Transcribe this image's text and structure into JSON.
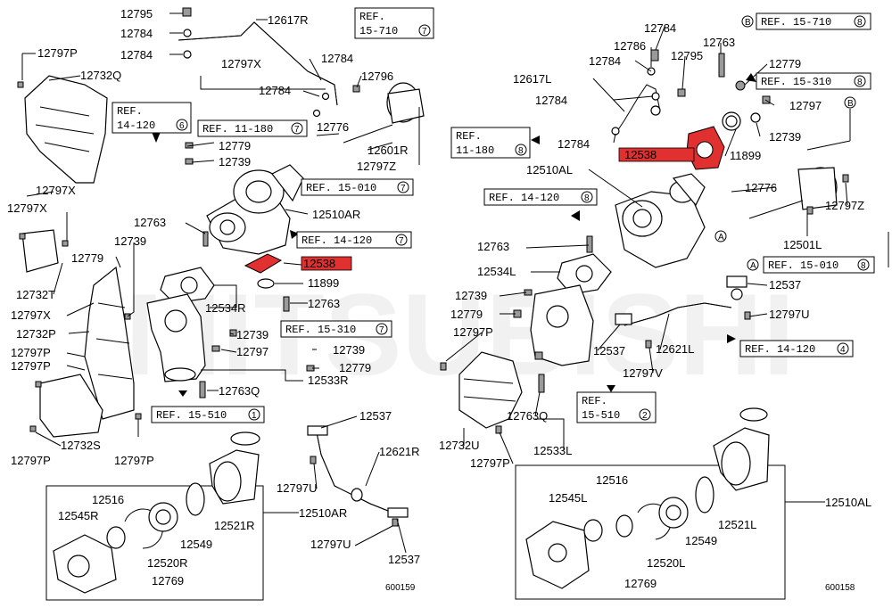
{
  "diagram": {
    "watermark": "MITSUBISHI",
    "footer_codes": [
      "600159",
      "600158"
    ],
    "highlighted_part": "12538",
    "labels": {
      "l12795": "12795",
      "l12784a": "12784",
      "l12784b": "12784",
      "l12617R": "12617R",
      "l12797P_a": "12797P",
      "l12732Q": "12732Q",
      "l12797X_a": "12797X",
      "l12784c": "12784",
      "l12784d": "12784",
      "l12796": "12796",
      "l12776": "12776",
      "l12779a": "12779",
      "l12739a": "12739",
      "l12601R": "12601R",
      "l12797Z_a": "12797Z",
      "l12510AR": "12510AR",
      "l12797X_b": "12797X",
      "l12797X_c": "12797X",
      "l12763a": "12763",
      "l12739b": "12739",
      "l12779b": "12779",
      "l12538a": "12538",
      "l11899a": "11899",
      "l12534R": "12534R",
      "l12763b": "12763",
      "l12732T": "12732T",
      "l12797X_d": "12797X",
      "l12732P": "12732P",
      "l12797P_b": "12797P",
      "l12797P_c": "12797P",
      "l12739c": "12739",
      "l12797a": "12797",
      "l12739d": "12739",
      "l12779c": "12779",
      "l12763Q_a": "12763Q",
      "l12533R": "12533R",
      "l12732S": "12732S",
      "l12797P_d": "12797P",
      "l12797P_e": "12797P",
      "l12537a": "12537",
      "l12621R": "12621R",
      "l12797U_a": "12797U",
      "l12797U_b": "12797U",
      "l12537b": "12537",
      "l12516a": "12516",
      "l12545R": "12545R",
      "l12521R": "12521R",
      "l12549a": "12549",
      "l12520R": "12520R",
      "l12769a": "12769",
      "l12510AR_b": "12510AR",
      "l12784e": "12784",
      "l12786": "12786",
      "l12784f": "12784",
      "l12795b": "12795",
      "l12763c": "12763",
      "l12617L": "12617L",
      "l12784g": "12784",
      "l12779d": "12779",
      "l12797b": "12797",
      "l12784h": "12784",
      "l12739e": "12739",
      "l12538b": "12538",
      "l11899b": "11899",
      "l12510AL": "12510AL",
      "l12776b": "12776",
      "l12797Z_b": "12797Z",
      "l12763d": "12763",
      "l12501L": "12501L",
      "l12534L": "12534L",
      "l12537c": "12537",
      "l12739f": "12739",
      "l12779e": "12779",
      "l12797U_c": "12797U",
      "l12797P_f": "12797P",
      "l12537d": "12537",
      "l12621L": "12621L",
      "l12797V": "12797V",
      "l12763Q_b": "12763Q",
      "l12732U": "12732U",
      "l12533L": "12533L",
      "l12797P_g": "12797P",
      "l12516b": "12516",
      "l12545L": "12545L",
      "l12521L": "12521L",
      "l12549b": "12549",
      "l12520L": "12520L",
      "l12769b": "12769",
      "l12510AL_b": "12510AL"
    },
    "refs": [
      {
        "text": "REF. 15-710",
        "circle": "7"
      },
      {
        "text": "REF. 14-120",
        "circle": "6"
      },
      {
        "text": "REF. 11-180",
        "circle": "7"
      },
      {
        "text": "REF. 15-010",
        "circle": "7"
      },
      {
        "text": "REF. 14-120",
        "circle": "7"
      },
      {
        "text": "REF. 15-310",
        "circle": "7"
      },
      {
        "text": "REF. 15-510",
        "circle": "1"
      },
      {
        "text": "REF. 15-710",
        "circle": "8"
      },
      {
        "text": "REF. 15-310",
        "circle": "8"
      },
      {
        "text": "REF. 11-180",
        "circle": "8"
      },
      {
        "text": "REF. 14-120",
        "circle": "8"
      },
      {
        "text": "REF. 15-010",
        "circle": "8"
      },
      {
        "text": "REF. 14-120",
        "circle": "4"
      },
      {
        "text": "REF. 15-510",
        "circle": "2"
      }
    ],
    "markers": [
      "B",
      "B",
      "A",
      "A"
    ]
  }
}
